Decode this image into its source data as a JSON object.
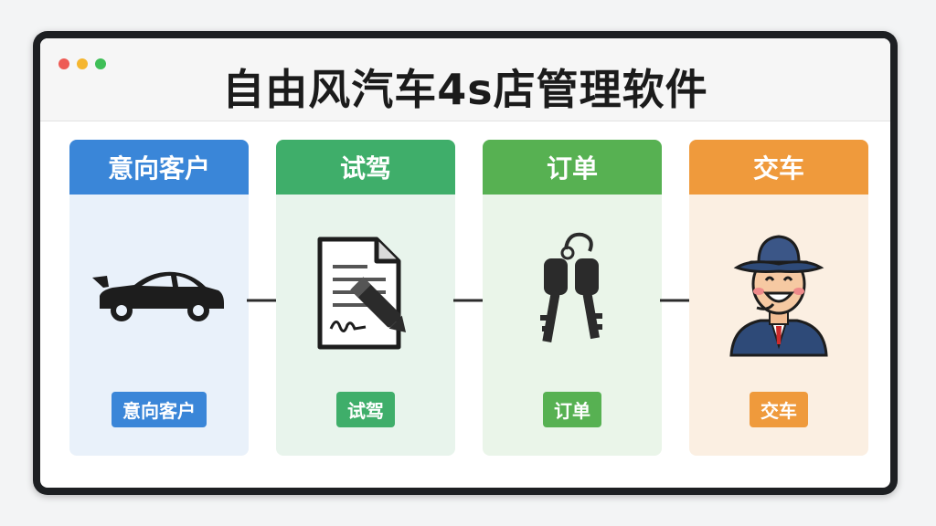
{
  "app": {
    "title": "自由风汽车4s店管理软件"
  },
  "window_controls": [
    "close",
    "minimize",
    "maximize"
  ],
  "stages": [
    {
      "header": "意向客户",
      "badge": "意向客户",
      "icon": "car-icon",
      "color": "#3a86d8"
    },
    {
      "header": "试驾",
      "badge": "试驾",
      "icon": "signed-document-icon",
      "color": "#3fae6a"
    },
    {
      "header": "订单",
      "badge": "订单",
      "icon": "car-keys-icon",
      "color": "#57b152"
    },
    {
      "header": "交车",
      "badge": "交车",
      "icon": "happy-customer-icon",
      "color": "#ef9a3c"
    }
  ],
  "connectors": [
    "arrow-right-icon",
    "arrow-right-icon",
    "arrow-right-icon"
  ]
}
